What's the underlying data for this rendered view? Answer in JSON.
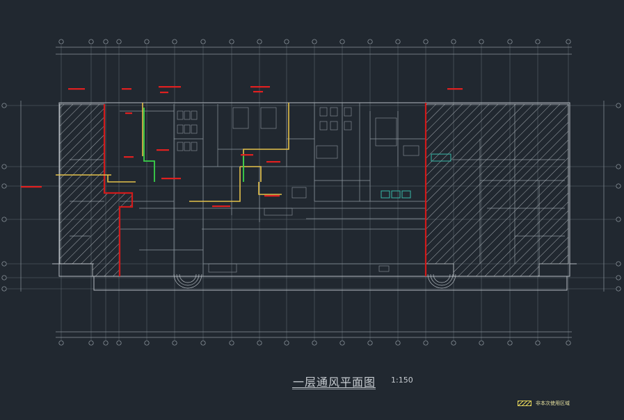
{
  "drawing": {
    "title": "一层通风平面图",
    "scale": "1:150",
    "legend_label": "非本次使用区域"
  },
  "colors": {
    "background": "#212830",
    "lines": "#9aa3ab",
    "wall_red": "#d11a1a",
    "duct_yellow": "#e6c24a",
    "duct_green": "#3ad44a",
    "hatch": "#b9c0c6"
  }
}
